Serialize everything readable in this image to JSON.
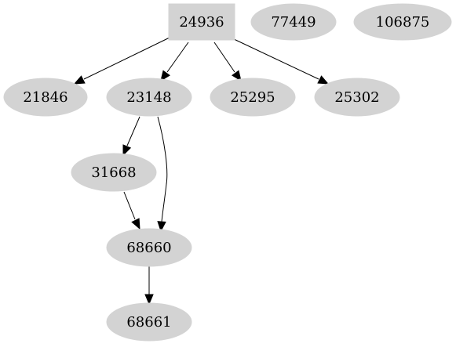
{
  "graph": {
    "nodes": [
      {
        "id": "24936",
        "label": "24936",
        "shape": "box"
      },
      {
        "id": "77449",
        "label": "77449",
        "shape": "ellipse"
      },
      {
        "id": "106875",
        "label": "106875",
        "shape": "ellipse"
      },
      {
        "id": "21846",
        "label": "21846",
        "shape": "ellipse"
      },
      {
        "id": "23148",
        "label": "23148",
        "shape": "ellipse"
      },
      {
        "id": "25295",
        "label": "25295",
        "shape": "ellipse"
      },
      {
        "id": "25302",
        "label": "25302",
        "shape": "ellipse"
      },
      {
        "id": "31668",
        "label": "31668",
        "shape": "ellipse"
      },
      {
        "id": "68660",
        "label": "68660",
        "shape": "ellipse"
      },
      {
        "id": "68661",
        "label": "68661",
        "shape": "ellipse"
      }
    ],
    "edges": [
      {
        "from": "24936",
        "to": "21846"
      },
      {
        "from": "24936",
        "to": "23148"
      },
      {
        "from": "24936",
        "to": "25295"
      },
      {
        "from": "24936",
        "to": "25302"
      },
      {
        "from": "23148",
        "to": "31668"
      },
      {
        "from": "23148",
        "to": "68660"
      },
      {
        "from": "31668",
        "to": "68660"
      },
      {
        "from": "68660",
        "to": "68661"
      }
    ],
    "node_color": "#d3d3d3",
    "edge_color": "#000000"
  }
}
